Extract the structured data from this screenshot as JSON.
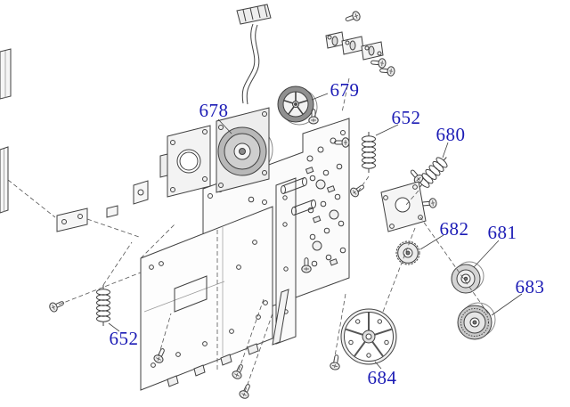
{
  "diagram": {
    "type": "exploded-parts-diagram",
    "label_color": "#1b1bb5",
    "labels": {
      "l678": "678",
      "l679": "679",
      "l652a": "652",
      "l680": "680",
      "l682": "682",
      "l681": "681",
      "l683": "683",
      "l684": "684",
      "l652b": "652"
    }
  }
}
